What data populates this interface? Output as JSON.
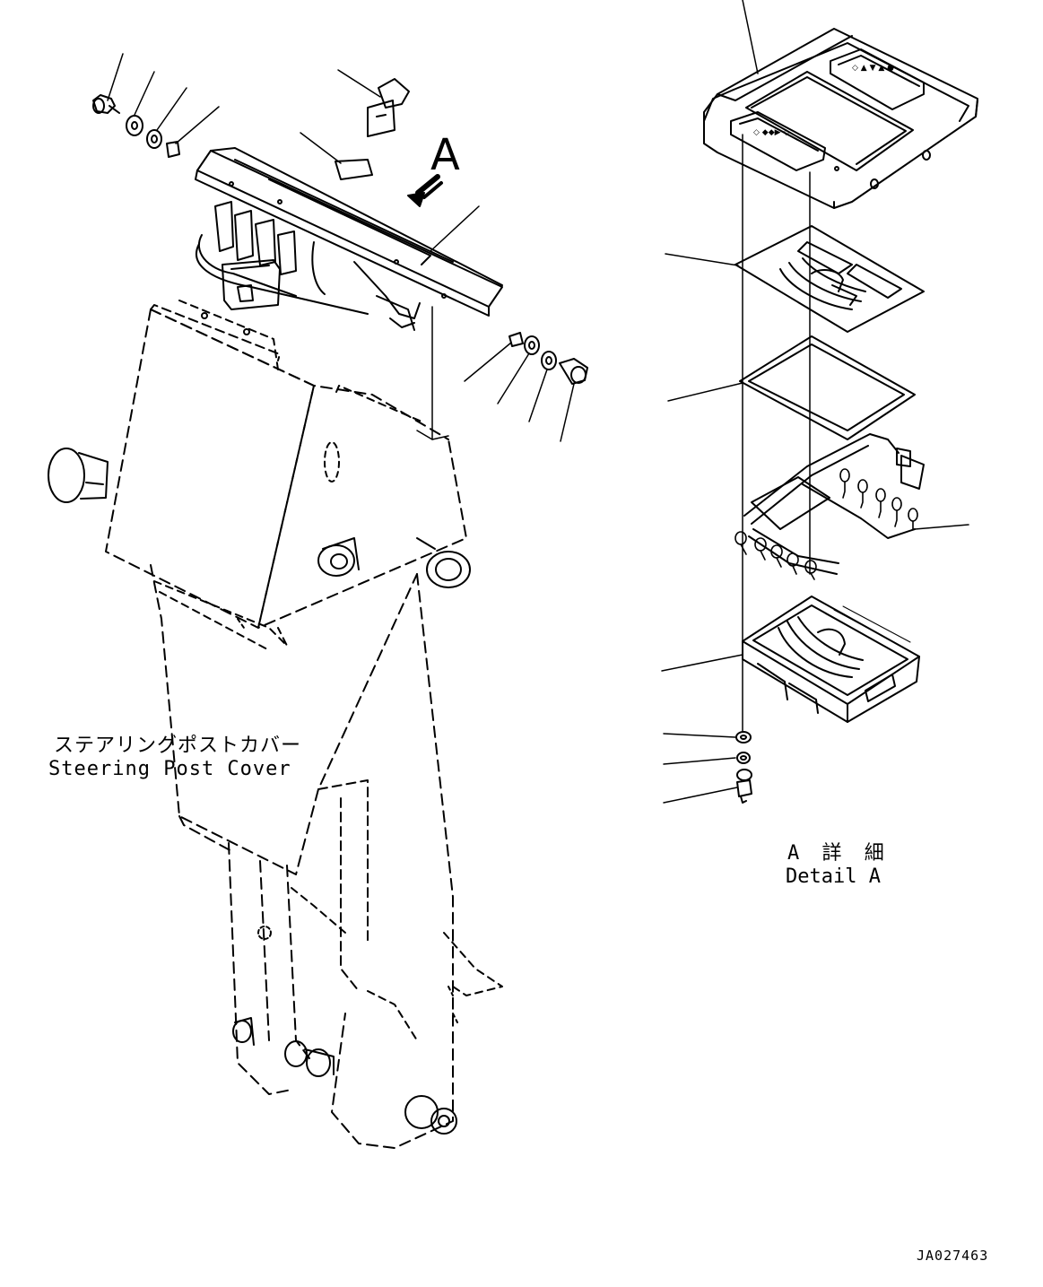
{
  "drawing": {
    "callout_letter": "A",
    "cover_label_jp": "ステアリングポストカバー",
    "cover_label_en": "Steering Post Cover",
    "detail_label_jp": "A 詳 細",
    "detail_label_en": "Detail A",
    "drawing_number": "JA027463"
  },
  "colors": {
    "line": "#000000",
    "background": "#ffffff"
  }
}
